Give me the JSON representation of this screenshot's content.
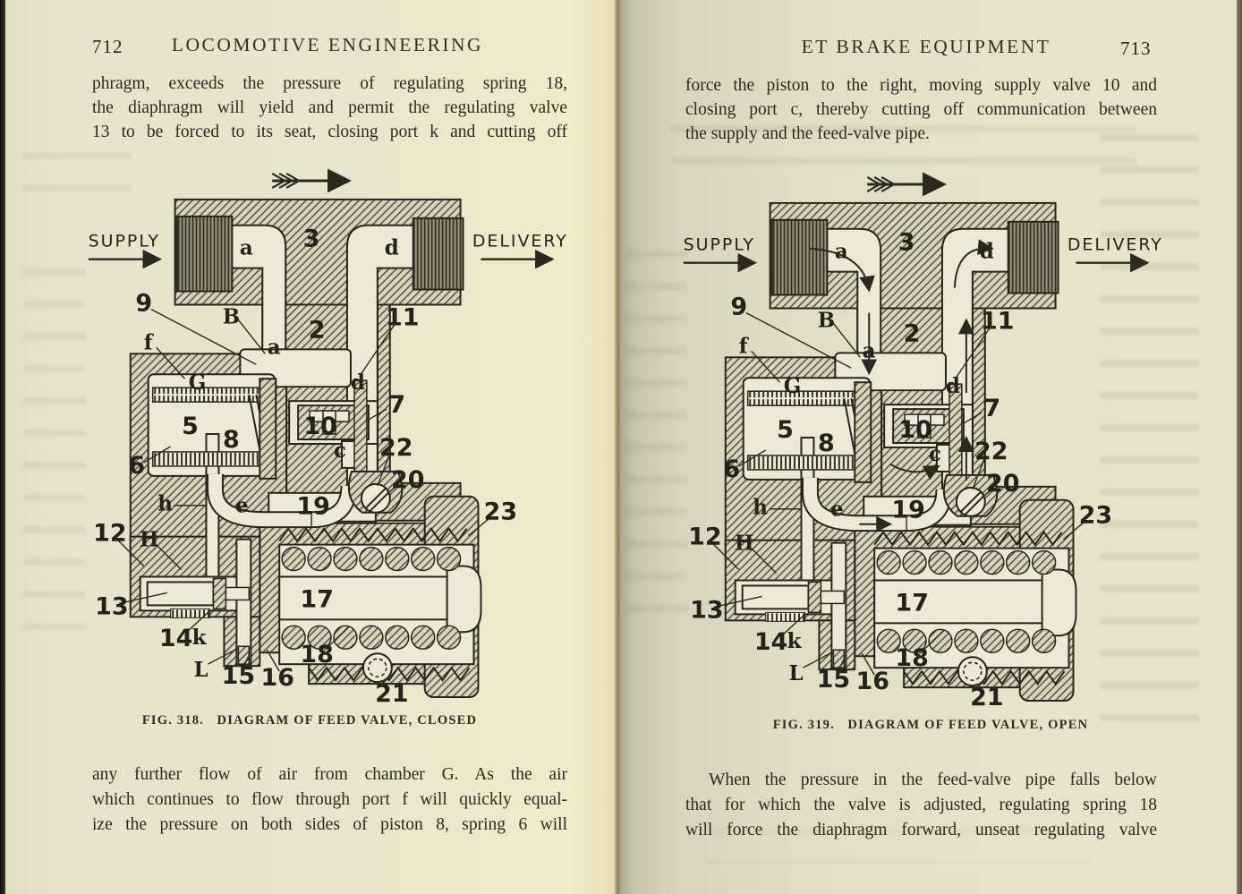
{
  "pages": {
    "left": {
      "page_number": "712",
      "header": "LOCOMOTIVE ENGINEERING",
      "top_paragraph": [
        "phragm, exceeds the pressure of regulating spring 18,",
        "the diaphragm will yield and permit the regulating valve",
        "13 to be forced to its seat, closing port k and cutting off"
      ],
      "caption": "FIG. 318.   DIAGRAM OF FEED VALVE, CLOSED",
      "bottom_paragraph": [
        "any further flow of air from chamber G.   As the air",
        "which continues to flow through port f will quickly equal-",
        "ize the pressure on both sides of piston 8, spring 6 will"
      ]
    },
    "right": {
      "page_number": "713",
      "header": "ET BRAKE EQUIPMENT",
      "top_paragraph": [
        "force the piston to the right, moving supply valve 10 and",
        "closing port c, thereby cutting off communication between",
        "the supply and the feed-valve pipe."
      ],
      "caption": "FIG. 319.   DIAGRAM OF FEED VALVE, OPEN",
      "bottom_paragraph": [
        "When the pressure in the feed-valve pipe falls below",
        "that for which the valve is adjusted, regulating spring 18",
        "will force the diaphragm forward, unseat regulating valve"
      ]
    }
  },
  "labels": {
    "supply": "SUPPLY",
    "delivery": "DELIVERY",
    "n2": "2",
    "n3": "3",
    "n5": "5",
    "n6": "6",
    "n7": "7",
    "n8": "8",
    "n9": "9",
    "n10": "10",
    "n11": "11",
    "n12": "12",
    "n13": "13",
    "n14": "14",
    "n15": "15",
    "n16": "16",
    "n17": "17",
    "n18": "18",
    "n19": "19",
    "n20": "20",
    "n21": "21",
    "n22": "22",
    "n23": "23",
    "a": "a",
    "a2": "a",
    "b": "B",
    "c": "c",
    "d": "d",
    "d2": "d",
    "e": "e",
    "f": "f",
    "g": "G",
    "h": "h",
    "hh": "H",
    "k": "k",
    "l": "L"
  },
  "colors": {
    "paper": "#e8e3cc",
    "ink": "#2c2920"
  }
}
